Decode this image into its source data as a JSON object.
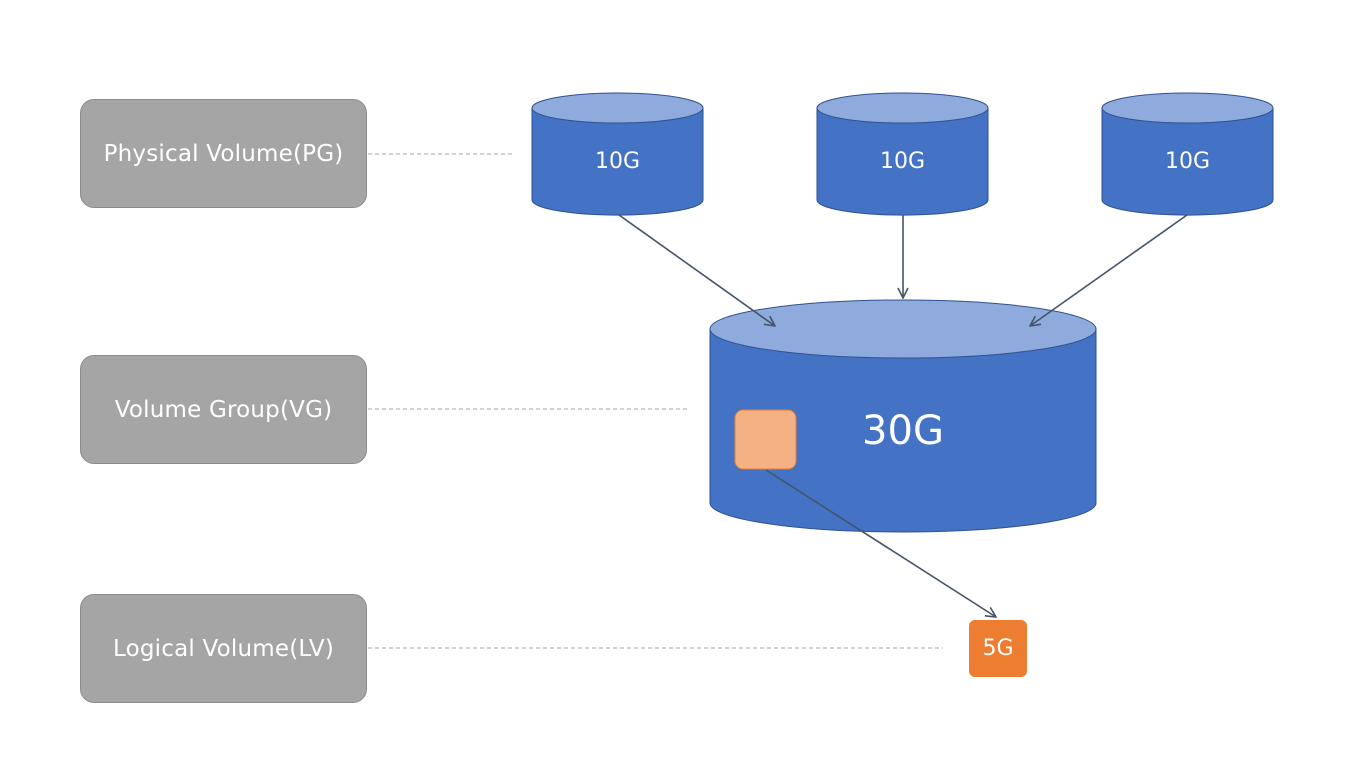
{
  "layers": {
    "physical_volume": "Physical Volume(PG)",
    "volume_group": "Volume Group(VG)",
    "logical_volume": "Logical Volume(LV)"
  },
  "disks": [
    {
      "size": "10G"
    },
    {
      "size": "10G"
    },
    {
      "size": "10G"
    }
  ],
  "volume_group": {
    "size": "30G"
  },
  "logical_volume": {
    "size": "5G"
  },
  "colors": {
    "cylinder_body": "#4472c4",
    "cylinder_top": "#8faadc",
    "cylinder_border": "#2f528f",
    "label_box": "#a5a5a5",
    "extent_block": "#f4b183",
    "logical_volume_box": "#ed7d31",
    "arrow": "#44546a",
    "dashed_connector": "#a6a6a6"
  }
}
